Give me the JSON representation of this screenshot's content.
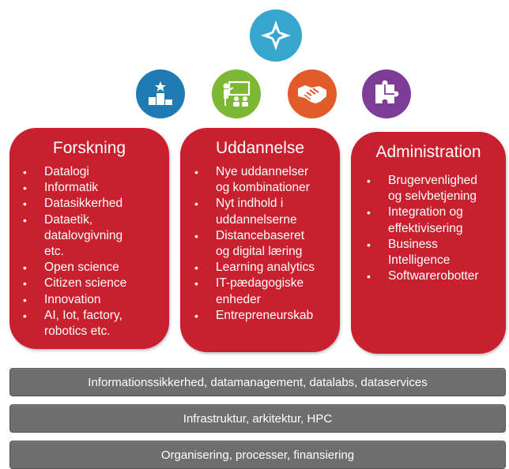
{
  "colors": {
    "pillar_red": "#c8202f",
    "bar_gray": "#6e6e6e",
    "top_icon": "#37a6cf",
    "icon_blue": "#1f7bb1",
    "icon_green": "#7cb833",
    "icon_orange": "#e25b2b",
    "icon_purple": "#7d3c98"
  },
  "icons": {
    "top": "star-diamond-icon",
    "row": [
      "podium-icon",
      "teacher-board-icon",
      "handshake-icon",
      "puzzle-icon"
    ]
  },
  "pillars": [
    {
      "title": "Forskning",
      "items": [
        "Datalogi",
        "Informatik",
        "Datasikkerhed",
        "Dataetik,\ndatalovgivning\netc.",
        "Open science",
        "Citizen science",
        "Innovation",
        "AI, Iot, factory,\nrobotics etc."
      ]
    },
    {
      "title": "Uddannelse",
      "items": [
        "Nye uddannelser\nog kombinationer",
        "Nyt indhold i\nuddannelserne",
        "Distancebaseret\nog digital læring",
        "Learning analytics",
        "IT-pædagogiske\nenheder",
        "Entrepreneurskab"
      ]
    },
    {
      "title": "Administration",
      "items": [
        "Brugervenlighed\nog selvbetjening",
        "Integration og\neffektivisering",
        "Business\nIntelligence",
        "Softwarerobotter"
      ]
    }
  ],
  "bars": [
    "Informationssikkerhed, datamanagement, datalabs, dataservices",
    "Infrastruktur, arkitektur, HPC",
    "Organisering, processer, finansiering"
  ]
}
